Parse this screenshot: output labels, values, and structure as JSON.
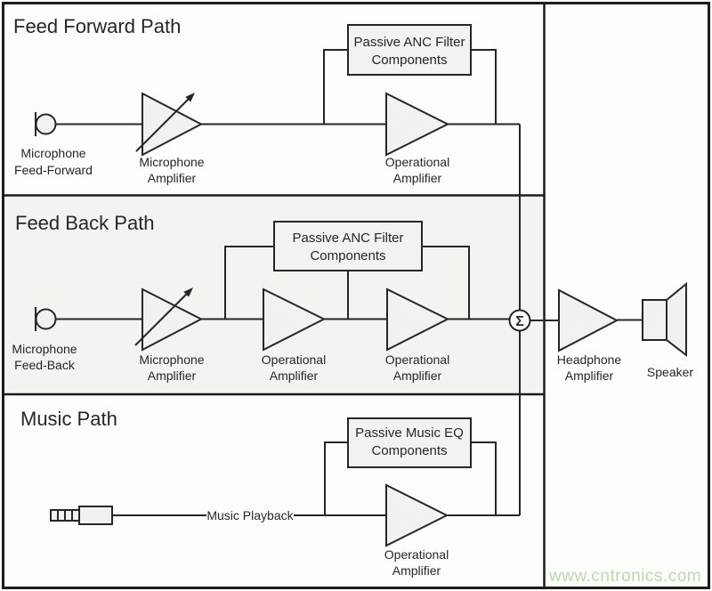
{
  "watermark": {
    "text": "www.cntronics.com",
    "color": "#b7dbaa"
  },
  "colors": {
    "stroke": "#262626",
    "feedback_section_bg": "#f2f4f0",
    "shape_fill": "#f1f2ef",
    "background": "#fdfdfc"
  },
  "sections": {
    "feed_forward": {
      "title": "Feed Forward Path",
      "mic_label": [
        "Microphone",
        "Feed-Forward"
      ],
      "mic_amp_label": [
        "Microphone",
        "Amplifier"
      ],
      "filter_box": [
        "Passive ANC Filter",
        "Components"
      ],
      "op_amp_label": [
        "Operational",
        "Amplifier"
      ]
    },
    "feed_back": {
      "title": "Feed Back Path",
      "mic_label": [
        "Microphone",
        "Feed-Back"
      ],
      "mic_amp_label": [
        "Microphone",
        "Amplifier"
      ],
      "filter_box": [
        "Passive ANC Filter",
        "Components"
      ],
      "op_amp1_label": [
        "Operational",
        "Amplifier"
      ],
      "op_amp2_label": [
        "Operational",
        "Amplifier"
      ]
    },
    "music": {
      "title": "Music Path",
      "playback_label": "Music Playback",
      "filter_box": [
        "Passive Music EQ",
        "Components"
      ],
      "op_amp_label": [
        "Operational",
        "Amplifier"
      ]
    },
    "output": {
      "sum_symbol": "Σ",
      "headphone_amp_label": [
        "Headphone",
        "Amplifier"
      ],
      "speaker_label": "Speaker"
    }
  }
}
